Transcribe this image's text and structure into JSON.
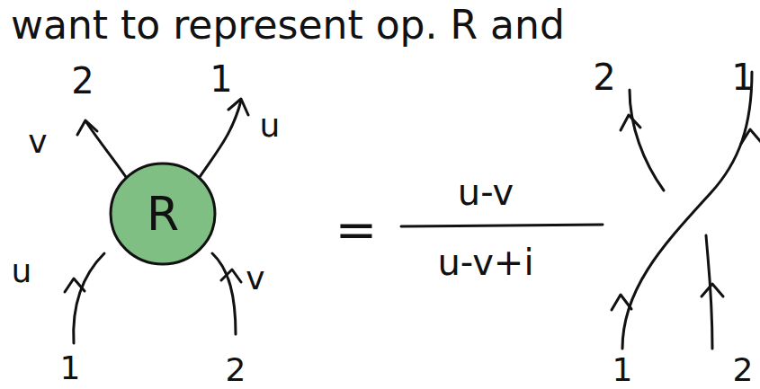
{
  "diagram": {
    "title": "want to represent op. R and",
    "nodes": [
      {
        "text": [
          "R"
        ]
      }
    ],
    "labels": [
      "2",
      "1",
      "v",
      "u",
      "u",
      "v",
      "1",
      "2",
      "=",
      "u-v",
      "u-v+i",
      "2",
      "1",
      "1",
      "2"
    ]
  }
}
